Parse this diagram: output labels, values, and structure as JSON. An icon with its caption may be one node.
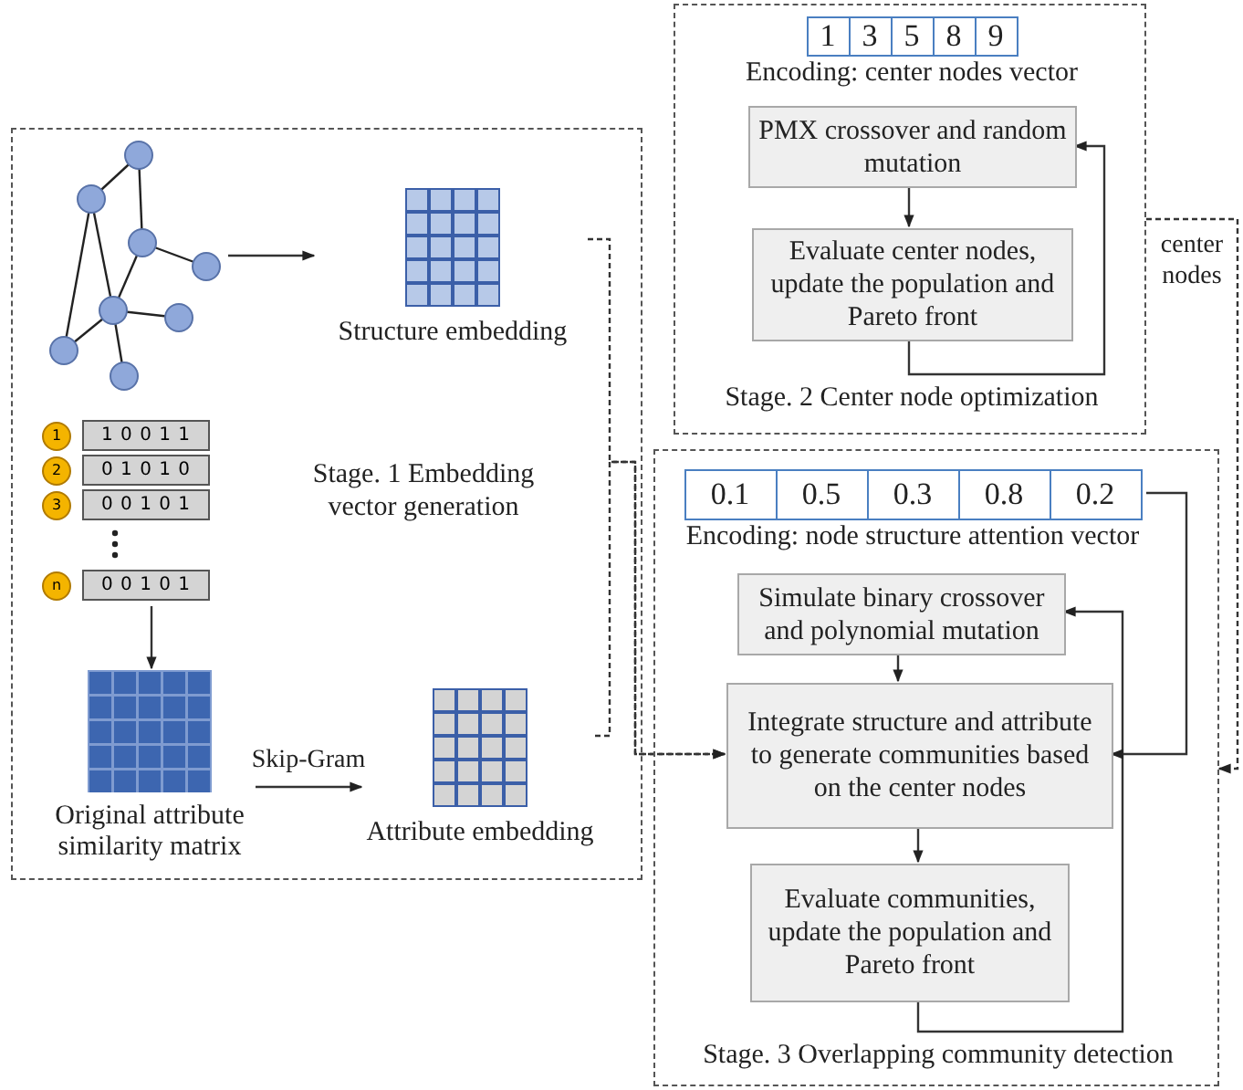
{
  "diagram": {
    "nodes": [
      {
        "text": [
          "Stage. 1 Embedding vector generation"
        ]
      },
      {
        "text": [],
        "shape": "picture",
        "in": 0
      },
      {
        "text": [
          "Structure embedding"
        ],
        "in": 0
      },
      {
        "text": [
          "1",
          "1 0 0 1 1",
          "2",
          "0 1 0 1 0",
          "3",
          "0 0 1 0 1",
          "n",
          "0 0 1 0 1"
        ],
        "in": 0
      },
      {
        "text": [
          "Original attribute similarity matrix"
        ],
        "in": 0
      },
      {
        "text": [
          "Attribute embedding"
        ],
        "in": 0
      },
      {
        "text": [
          "Stage. 2 Center node optimization"
        ]
      },
      {
        "text": [
          "1",
          "3",
          "5",
          "8",
          "9"
        ],
        "beside": [
          "Encoding: center nodes vector"
        ],
        "in": 6
      },
      {
        "text": [
          "PMX crossover and random mutation"
        ],
        "in": 6
      },
      {
        "text": [
          "Evaluate center nodes, update the population and Pareto front"
        ],
        "in": 6
      },
      {
        "text": [
          "Stage. 3 Overlapping community detection"
        ]
      },
      {
        "text": [
          "0.1",
          "0.5",
          "0.3",
          "0.8",
          "0.2"
        ],
        "beside": [
          "Encoding: node structure attention vector"
        ],
        "in": 10
      },
      {
        "text": [
          "Simulate binary crossover and polynomial mutation"
        ],
        "in": 10
      },
      {
        "text": [
          "Integrate structure and attribute to generate communities based on the center nodes"
        ],
        "in": 10
      },
      {
        "text": [
          "Evaluate communities, update the population and Pareto front"
        ],
        "in": 10
      }
    ],
    "edges": [
      {
        "from": 1,
        "to": 2,
        "arrow": "to"
      },
      {
        "from": 3,
        "to": 4,
        "arrow": "to"
      },
      {
        "from": 4,
        "to": 5,
        "arrow": "to",
        "label": "Skip-Gram"
      },
      {
        "from": 2,
        "to": 13,
        "arrow": "to",
        "style": "dashed"
      },
      {
        "from": 5,
        "to": 13,
        "arrow": "to",
        "style": "dashed"
      },
      {
        "from": 8,
        "to": 9,
        "arrow": "to"
      },
      {
        "from": 9,
        "to": 8,
        "arrow": "to"
      },
      {
        "from": 12,
        "to": 13,
        "arrow": "to"
      },
      {
        "from": 13,
        "to": 14,
        "arrow": "to"
      },
      {
        "from": 14,
        "to": 12,
        "arrow": "to"
      },
      {
        "from": 11,
        "to": 13,
        "arrow": "to"
      },
      {
        "from": 6,
        "to": 10,
        "arrow": "to",
        "style": "dashed",
        "label": "center nodes"
      }
    ]
  }
}
